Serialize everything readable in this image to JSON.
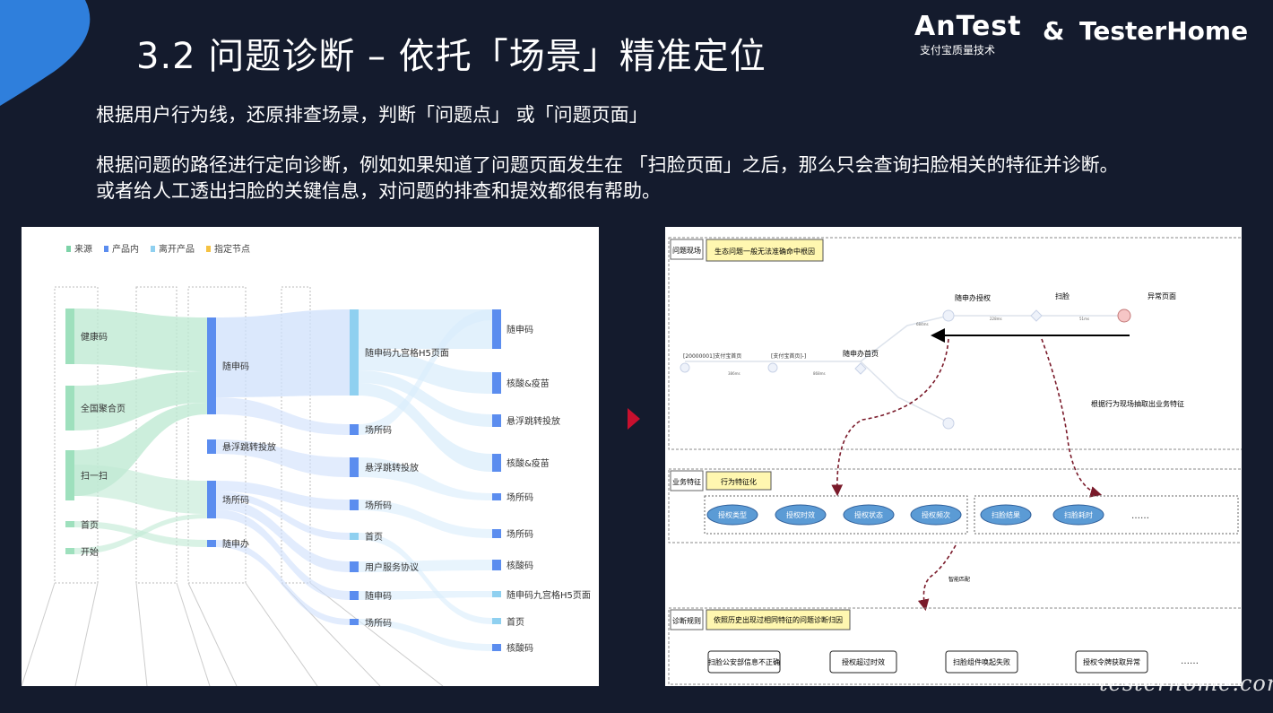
{
  "slide": {
    "title": "3.2 问题诊断 – 依托「场景」精准定位",
    "paragraph1": "根据用户行为线，还原排查场景，判断「问题点」 或「问题页面」",
    "paragraph2_line1": "根据问题的路径进行定向诊断，例如如果知道了问题页面发生在 「扫脸页面」之后，那么只会查询扫脸相关的特征并诊断。",
    "paragraph2_line2": "或者给人工透出扫脸的关键信息，对问题的排查和提效都很有帮助。",
    "logo_primary": "AnTest",
    "logo_primary_sub": "支付宝质量技术",
    "logo_amp": "&",
    "logo_secondary": "TesterHome",
    "watermark": "testerhome.com"
  },
  "sankey": {
    "legend": [
      {
        "label": "来源",
        "color": "#7dd3a8"
      },
      {
        "label": "产品内",
        "color": "#5b8def"
      },
      {
        "label": "离开产品",
        "color": "#8fd0f0"
      },
      {
        "label": "指定节点",
        "color": "#f5c242"
      }
    ],
    "col1": [
      "健康码",
      "全国聚合页",
      "扫一扫",
      "首页",
      "开始"
    ],
    "col2": [
      "随申码",
      "悬浮跳转投放",
      "场所码",
      "随申办"
    ],
    "col3": [
      "随申码九宫格H5页面",
      "场所码",
      "悬浮跳转投放",
      "场所码",
      "首页",
      "用户服务协议",
      "随申码",
      "场所码"
    ],
    "col4": [
      "随申码",
      "核酸&疫苗",
      "悬浮跳转投放",
      "核酸&疫苗",
      "场所码",
      "场所码",
      "核酸码",
      "随申码九宫格H5页面",
      "首页",
      "核酸码"
    ]
  },
  "flow": {
    "sec1_label": "问题现场",
    "sec1_note": "生态问题一般无法准确命中根因",
    "node_top1": "随申办授权",
    "node_top2": "扫脸",
    "node_top3": "异常页面",
    "node_mid": "随申办首页",
    "node_left1": "[20000001]支付宝首页",
    "node_left2": "[支付宝首页]-]",
    "edge_a": "386ms",
    "edge_b": "868ms",
    "edge_c": "684ms",
    "edge_d": "228ms",
    "edge_e": "51ms",
    "side_note": "根据行为现场抽取出业务特征",
    "sec2_label": "业务特征",
    "sec2_note": "行为特征化",
    "features_left": [
      "授权类型",
      "授权时效",
      "授权状态",
      "授权频次"
    ],
    "features_right": [
      "扫脸结果",
      "扫脸耗时"
    ],
    "ellipsis": "……",
    "match_label": "智能匹配",
    "sec3_label": "诊断规则",
    "sec3_note": "依照历史出现过相同特征的问题诊断归因",
    "rules": [
      "扫脸公安部信息不正确",
      "授权超过时效",
      "扫脸组件唤起失败",
      "授权令牌获取异常"
    ],
    "rules_ellipsis": "……"
  }
}
